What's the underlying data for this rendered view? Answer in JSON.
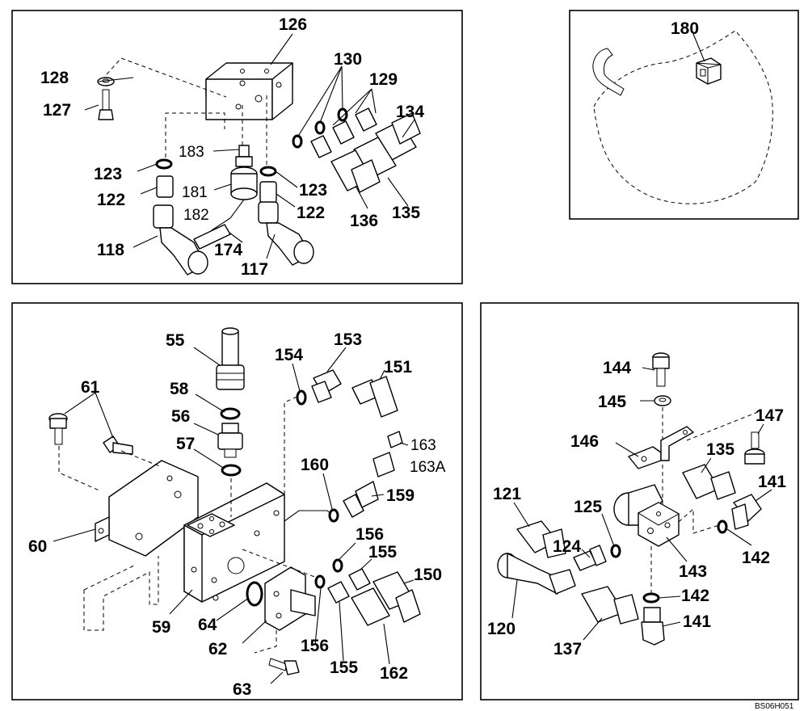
{
  "diagram_code": "BS06H051",
  "panels": {
    "upper_left": {
      "callouts": {
        "c126": "126",
        "c128": "128",
        "c127": "127",
        "c130": "130",
        "c129": "129",
        "c134": "134",
        "c183": "183",
        "c123a": "123",
        "c122a": "122",
        "c181": "181",
        "c182": "182",
        "c123b": "123",
        "c122b": "122",
        "c136": "136",
        "c135": "135",
        "c118": "118",
        "c174": "174",
        "c117": "117"
      }
    },
    "upper_right": {
      "callouts": {
        "c180": "180"
      }
    },
    "lower_left": {
      "callouts": {
        "c55": "55",
        "c58": "58",
        "c56": "56",
        "c57": "57",
        "c61": "61",
        "c60": "60",
        "c59": "59",
        "c64": "64",
        "c62": "62",
        "c63": "63",
        "c154": "154",
        "c153": "153",
        "c151": "151",
        "c163": "163",
        "c163a": "163A",
        "c160": "160",
        "c159": "159",
        "c156a": "156",
        "c155a": "155",
        "c150": "150",
        "c156b": "156",
        "c155b": "155",
        "c162": "162"
      }
    },
    "lower_right": {
      "callouts": {
        "c144": "144",
        "c145": "145",
        "c147": "147",
        "c146": "146",
        "c135": "135",
        "c141a": "141",
        "c121": "121",
        "c125": "125",
        "c124": "124",
        "c142a": "142",
        "c143": "143",
        "c120": "120",
        "c142b": "142",
        "c137": "137",
        "c141b": "141"
      }
    }
  }
}
